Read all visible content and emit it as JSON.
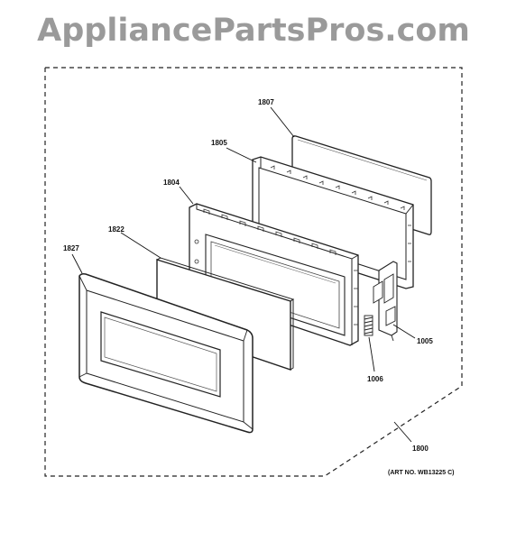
{
  "header": {
    "site_title": "AppliancePartsPros.com"
  },
  "diagram": {
    "part_labels": {
      "p1807": "1807",
      "p1805": "1805",
      "p1804": "1804",
      "p1822": "1822",
      "p1827": "1827",
      "p1005": "1005",
      "p1006": "1006",
      "p1800": "1800"
    },
    "art_number": "(ART NO. WB13225 C)"
  }
}
